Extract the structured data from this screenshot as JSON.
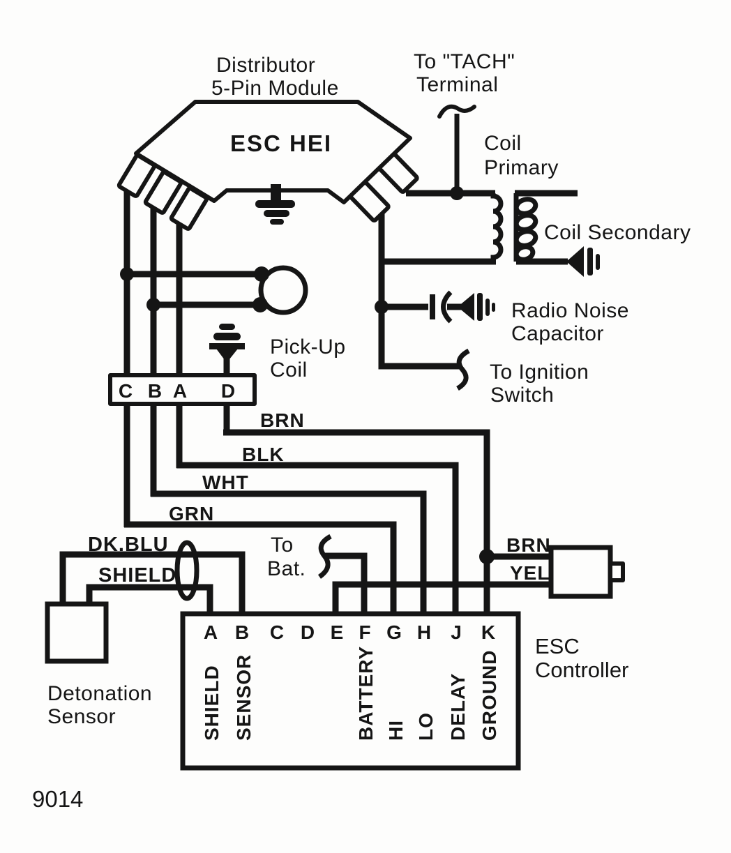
{
  "figure": {
    "number": "9014"
  },
  "colors": {
    "ink": "#151515",
    "paper": "#fdfdfc"
  },
  "header": {
    "distributor_line1": "Distributor",
    "distributor_line2": "5-Pin Module"
  },
  "tach": {
    "line1": "To \"TACH\"",
    "line2": "Terminal"
  },
  "module": {
    "label": "ESC HEI"
  },
  "coil": {
    "primary_line1": "Coil",
    "primary_line2": "Primary",
    "secondary": "Coil  Secondary"
  },
  "capacitor": {
    "line1": "Radio Noise",
    "line2": "Capacitor"
  },
  "ignition": {
    "line1": "To Ignition",
    "line2": "Switch"
  },
  "pickup": {
    "line1": "Pick-Up",
    "line2": "Coil"
  },
  "connector": {
    "pins": [
      "C",
      "B",
      "A",
      "D"
    ]
  },
  "wires": {
    "brn": "BRN",
    "blk": "BLK",
    "wht": "WHT",
    "grn": "GRN",
    "dk_blu": "DK.BLU",
    "shield": "SHIELD",
    "brn_right": "BRN",
    "yel": "YEL"
  },
  "battery": {
    "line1": "To",
    "line2": "Bat."
  },
  "detonation_sensor": {
    "line1": "Detonation",
    "line2": "Sensor"
  },
  "controller": {
    "name_line1": "ESC",
    "name_line2": "Controller",
    "terminals": [
      "A",
      "B",
      "C",
      "D",
      "E",
      "F",
      "G",
      "H",
      "J",
      "K"
    ],
    "functions": {
      "A": "SHIELD",
      "B": "SENSOR",
      "F": "BATTERY",
      "G": "HI",
      "H": "LO",
      "J": "DELAY",
      "K": "GROUND"
    }
  }
}
